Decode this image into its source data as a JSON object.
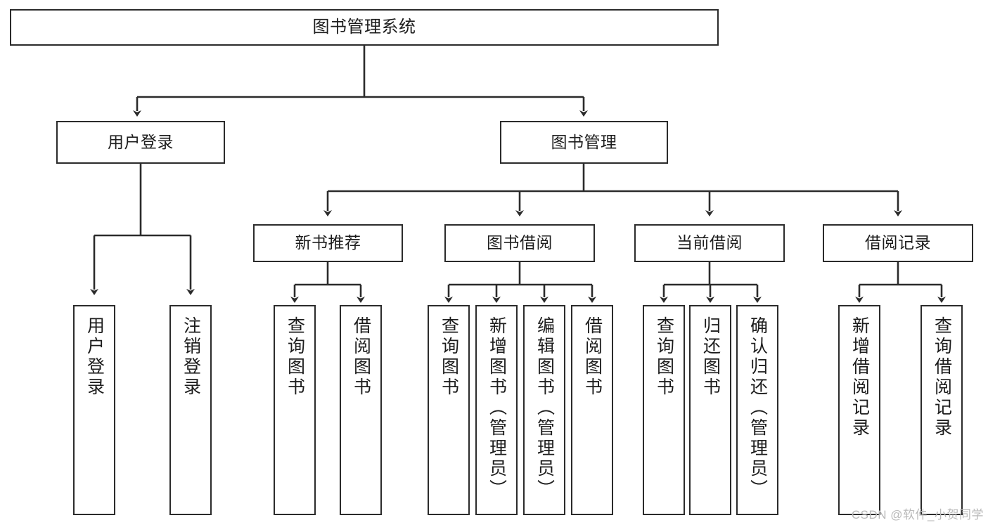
{
  "diagram": {
    "title": "图书管理系统",
    "watermark": "CSDN @软件_小贺同学",
    "colors": {
      "stroke": "#2b2b2b",
      "fill": "#ffffff",
      "text": "#1d1d1d",
      "watermark": "#b9b9b9"
    },
    "nodes": {
      "root": {
        "label": "图书管理系统"
      },
      "level2": [
        {
          "id": "user-login",
          "label": "用户登录"
        },
        {
          "id": "book-manage",
          "label": "图书管理"
        }
      ],
      "level3": [
        {
          "id": "new-book-recommend",
          "label": "新书推荐"
        },
        {
          "id": "book-borrow",
          "label": "图书借阅"
        },
        {
          "id": "current-borrow",
          "label": "当前借阅"
        },
        {
          "id": "borrow-record",
          "label": "借阅记录"
        }
      ],
      "leaves": {
        "user-login": [
          {
            "id": "leaf-user-login",
            "label": "用户登录"
          },
          {
            "id": "leaf-logout",
            "label": "注销登录"
          }
        ],
        "new-book-recommend": [
          {
            "id": "leaf-query-book-1",
            "label": "查询图书"
          },
          {
            "id": "leaf-borrow-book-1",
            "label": "借阅图书"
          }
        ],
        "book-borrow": [
          {
            "id": "leaf-query-book-2",
            "label": "查询图书"
          },
          {
            "id": "leaf-add-book",
            "label": "新增图书（管理员）"
          },
          {
            "id": "leaf-edit-book",
            "label": "编辑图书（管理员）"
          },
          {
            "id": "leaf-borrow-book-2",
            "label": "借阅图书"
          }
        ],
        "current-borrow": [
          {
            "id": "leaf-query-book-3",
            "label": "查询图书"
          },
          {
            "id": "leaf-return-book",
            "label": "归还图书"
          },
          {
            "id": "leaf-confirm-return",
            "label": "确认归还（管理员）"
          }
        ],
        "borrow-record": [
          {
            "id": "leaf-add-record",
            "label": "新增借阅记录"
          },
          {
            "id": "leaf-query-record",
            "label": "查询借阅记录"
          }
        ]
      }
    }
  }
}
